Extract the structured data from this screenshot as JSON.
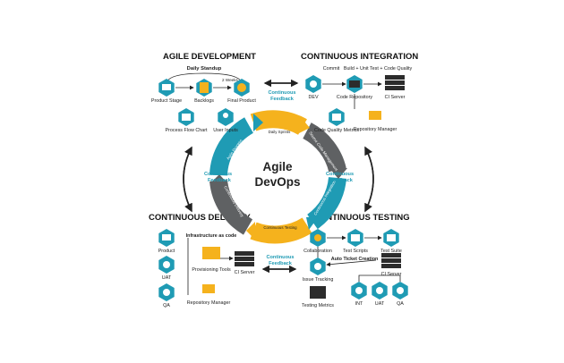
{
  "center": {
    "line1": "Agile",
    "line2": "DevOps"
  },
  "sections": {
    "agile": "AGILE DEVELOPMENT",
    "ci": "CONTINUOUS INTEGRATION",
    "cd": "CONTINUOUS DELIVERY",
    "ct": "CONTINUOUS TESTING"
  },
  "cycle": [
    {
      "label": "Daily Sprints"
    },
    {
      "label": "Source Code Management"
    },
    {
      "label": "Continuous Integration"
    },
    {
      "label": "Continuous Testing"
    },
    {
      "label": "Continuous Delivery"
    },
    {
      "label": "Agile Process"
    }
  ],
  "feedback": {
    "line1": "Continuous",
    "line2": "Feedback"
  },
  "agile": {
    "daily_standup": "Daily Standup",
    "product_stage": "Product Stage",
    "backlogs": "Backlogs",
    "weeks": "2 Weeks",
    "final_product": "Final Product",
    "process_flow": "Process Flow Chart",
    "user_inputs": "User Inputs"
  },
  "ci": {
    "commit": "Commit",
    "build": "Build + Unit Test + Code Quality",
    "dev": "DEV",
    "code_repo": "Code Repository",
    "ci_server": "CI Server",
    "code_quality": "Code Quality Metrics",
    "repo_manager": "Repository Manager"
  },
  "cd": {
    "product": "Product",
    "iac": "Infrastructure as code",
    "uat": "UAT",
    "provisioning": "Provisioning Tools",
    "ci_server": "CI Server",
    "qa": "QA",
    "repo_manager": "Repository Manager"
  },
  "ct": {
    "collaboration": "Collaboration",
    "test_scripts": "Test Scripts",
    "test_suite": "Test Suite",
    "auto_ticket": "Auto Ticket Creation",
    "issue_tracking": "Issue Tracking",
    "ci_server": "CI Server",
    "testing_metrics": "Testing Metrics",
    "int": "INT",
    "uat": "UAT",
    "qa": "QA"
  },
  "colors": {
    "teal": "#1f9bb4",
    "yellow": "#f5b21d",
    "grey": "#5f6163",
    "dark": "#2c2c2c"
  }
}
